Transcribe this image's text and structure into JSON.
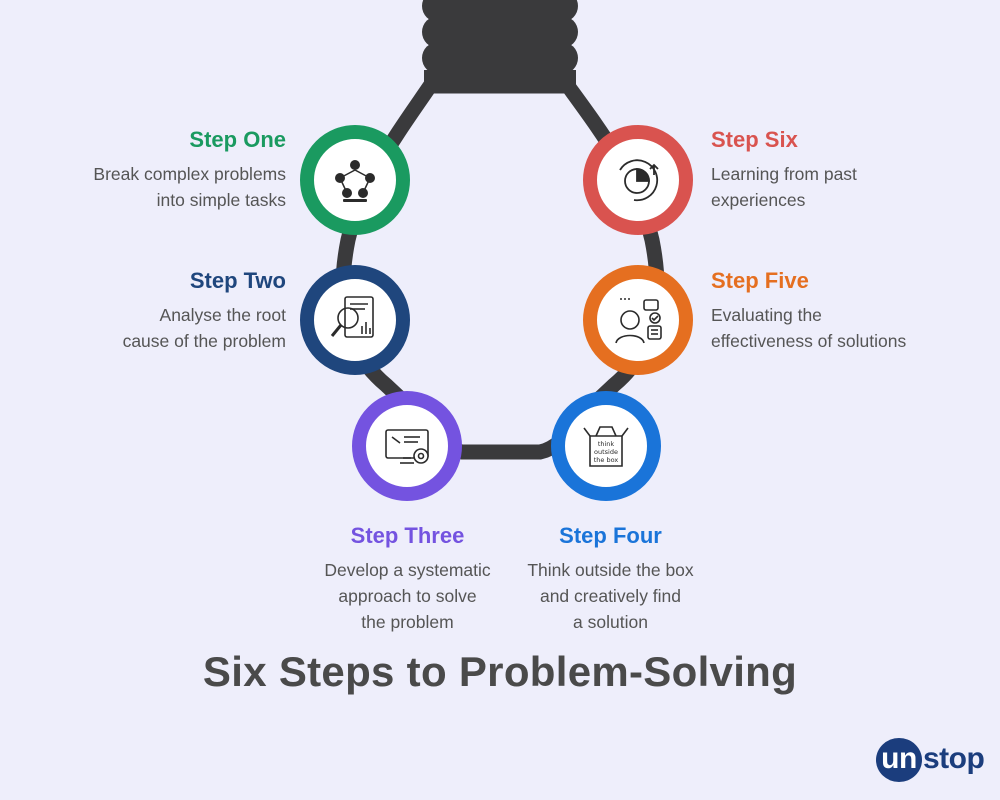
{
  "title": "Six Steps to Problem-Solving",
  "colors": {
    "background": "#eeeefb",
    "bulb": "#3a3a3c",
    "step_one": "#1a9a60",
    "step_two": "#1f467d",
    "step_three": "#7453e0",
    "step_four": "#1a74d9",
    "step_five": "#e56f20",
    "step_six": "#d9534f"
  },
  "steps": [
    {
      "title": "Step One",
      "lines": [
        "Break complex problems",
        "into simple tasks"
      ],
      "icon": "network-people-icon"
    },
    {
      "title": "Step Two",
      "lines": [
        "Analyse the root",
        "cause of the problem"
      ],
      "icon": "magnifier-report-icon"
    },
    {
      "title": "Step Three",
      "lines": [
        "Develop a systematic",
        "approach to solve",
        "the problem"
      ],
      "icon": "computer-tools-icon"
    },
    {
      "title": "Step Four",
      "lines": [
        "Think outside the box",
        "and creatively find",
        "a solution"
      ],
      "icon": "open-box-icon",
      "icon_text": [
        "think",
        "outside",
        "the box"
      ]
    },
    {
      "title": "Step Five",
      "lines": [
        "Evaluating the",
        "effectiveness of solutions"
      ],
      "icon": "person-checklist-icon"
    },
    {
      "title": "Step Six",
      "lines": [
        "Learning from past",
        "experiences"
      ],
      "icon": "cycle-chart-icon"
    }
  ],
  "logo": {
    "prefix": "un",
    "suffix": "stop"
  }
}
